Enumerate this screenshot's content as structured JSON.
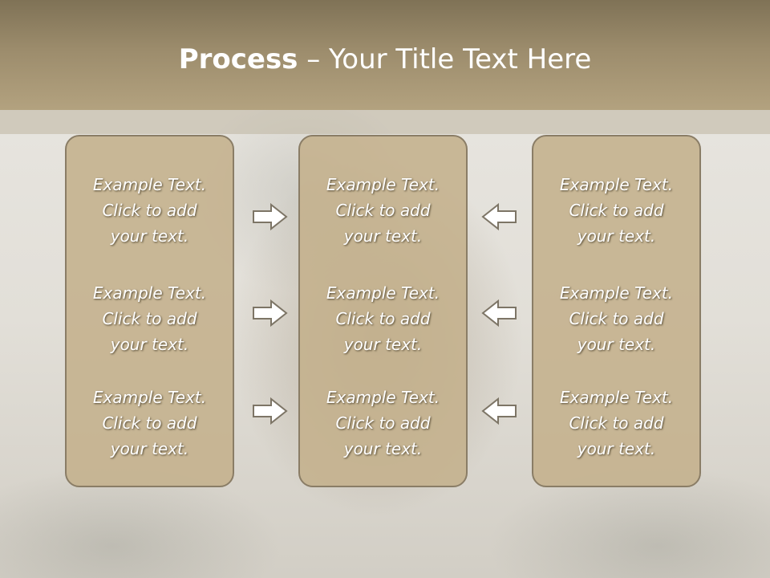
{
  "slide": {
    "title_bold": "Process",
    "title_rest": " – Your Title Text Here"
  },
  "columns": [
    {
      "items": [
        {
          "line1": "Example Text.",
          "line2": "Click  to add",
          "line3": "your text."
        },
        {
          "line1": "Example Text.",
          "line2": "Click  to add",
          "line3": "your text."
        },
        {
          "line1": "Example Text.",
          "line2": "Click  to add",
          "line3": "your text."
        }
      ]
    },
    {
      "items": [
        {
          "line1": "Example Text.",
          "line2": "Click  to add",
          "line3": "your text."
        },
        {
          "line1": "Example Text.",
          "line2": "Click  to add",
          "line3": "your text."
        },
        {
          "line1": "Example Text.",
          "line2": "Click  to add",
          "line3": "your text."
        }
      ]
    },
    {
      "items": [
        {
          "line1": "Example Text.",
          "line2": "Click  to add",
          "line3": "your text."
        },
        {
          "line1": "Example Text.",
          "line2": "Click  to add",
          "line3": "your text."
        },
        {
          "line1": "Example Text.",
          "line2": "Click  to add",
          "line3": "your text."
        }
      ]
    }
  ],
  "arrows": {
    "left_set": "arrow-right-icon",
    "right_set": "arrow-left-icon"
  },
  "colors": {
    "header": "#9c8c6c",
    "box_fill": "#c4b18c",
    "box_border": "#8a7d66",
    "text": "#ffffff"
  }
}
